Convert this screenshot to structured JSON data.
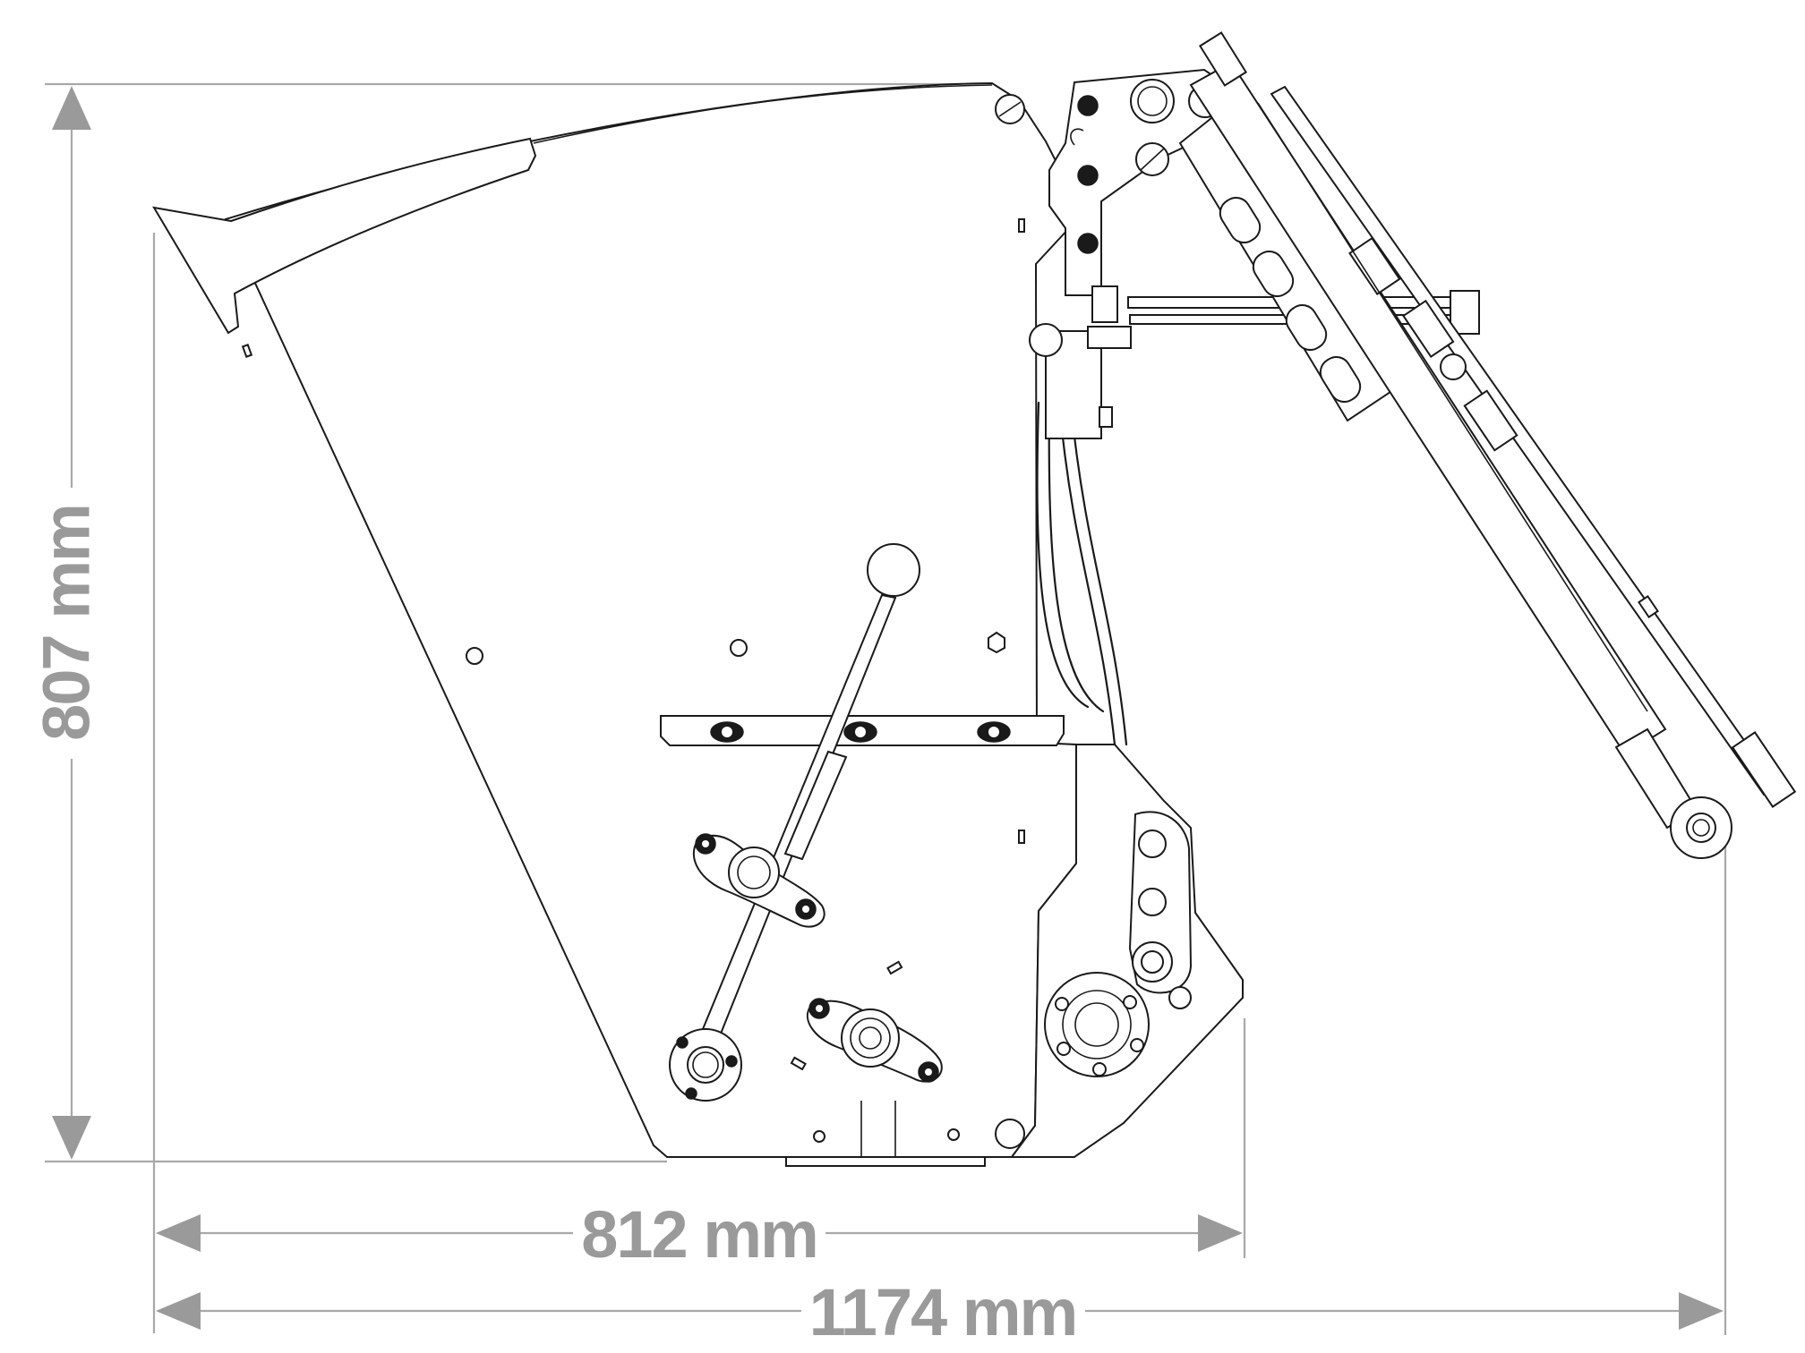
{
  "dimensions": {
    "height": "807 mm",
    "width_body": "812 mm",
    "width_total": "1174 mm"
  },
  "colors": {
    "dimension": "#9a9a9a",
    "outline": "#1a1a1a",
    "background": "#ffffff"
  }
}
